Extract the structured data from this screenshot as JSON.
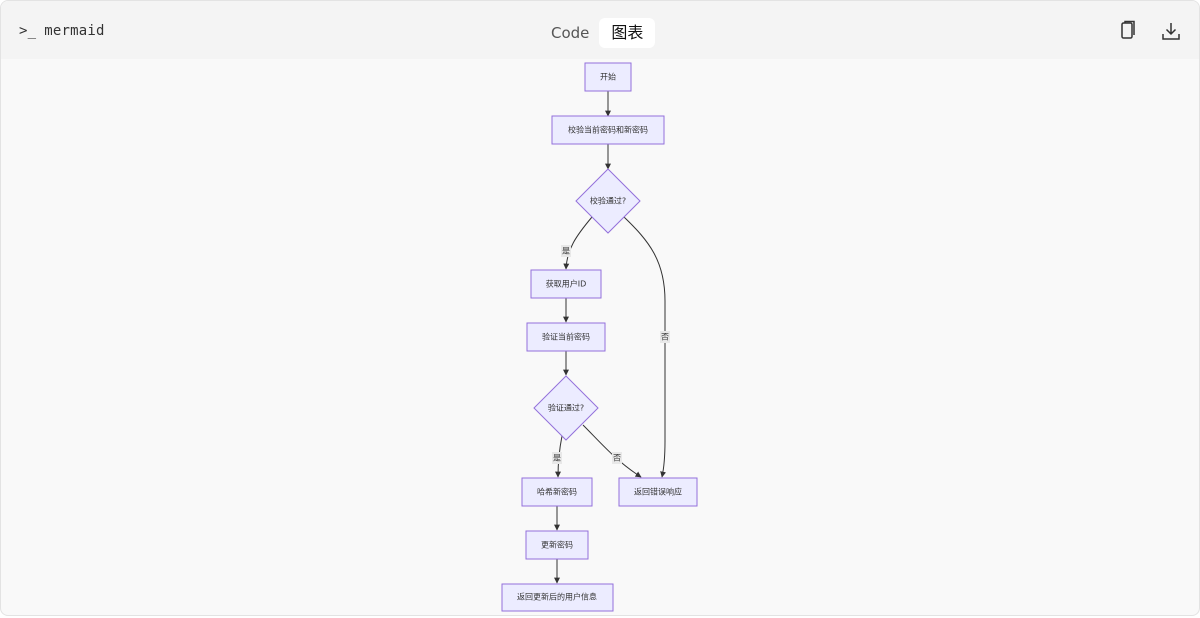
{
  "header": {
    "language": "mermaid",
    "prompt_icon": "terminal-prompt-icon",
    "tabs": [
      {
        "label": "Code",
        "active": false
      },
      {
        "label": "图表",
        "active": true
      }
    ],
    "actions": [
      {
        "name": "copy-icon"
      },
      {
        "name": "download-icon"
      }
    ]
  },
  "diagram": {
    "colors": {
      "node_fill": "#ECECFF",
      "node_stroke": "#9370DB",
      "edge": "#333333"
    },
    "nodes": {
      "start": "开始",
      "validate_input": "校验当前密码和新密码",
      "validate_ok": "校验通过?",
      "get_user_id": "获取用户ID",
      "verify_current": "验证当前密码",
      "verify_ok": "验证通过?",
      "hash_new": "哈希新密码",
      "return_error": "返回错误响应",
      "update_password": "更新密码",
      "return_user": "返回更新后的用户信息"
    },
    "edge_labels": {
      "validate_yes": "是",
      "validate_no": "否",
      "verify_yes": "是",
      "verify_no": "否"
    }
  }
}
